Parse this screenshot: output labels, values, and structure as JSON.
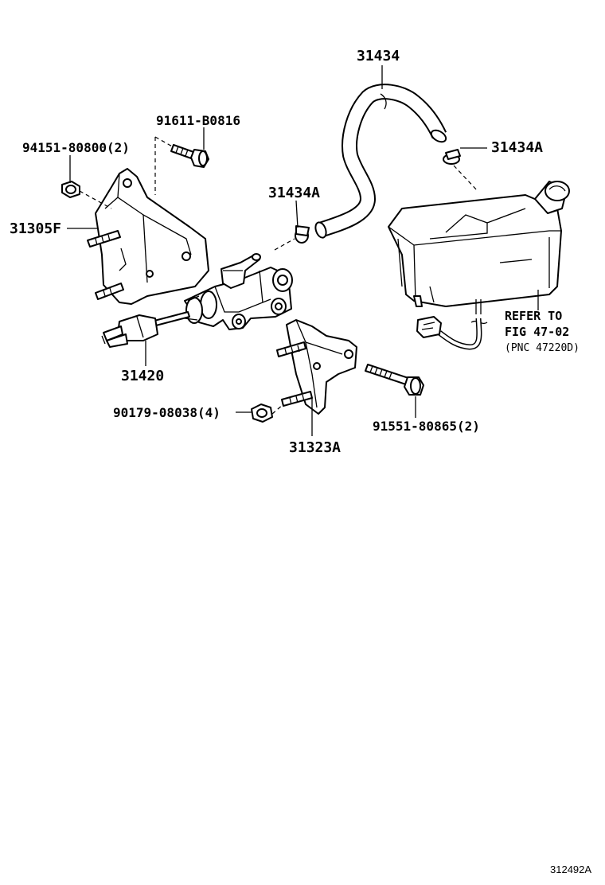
{
  "labels": {
    "p31434": "31434",
    "p31434a_right": "31434A",
    "p31434a_mid": "31434A",
    "p91611": "91611-B0816",
    "p94151": "94151-80800(2)",
    "p31305f": "31305F",
    "p31420": "31420",
    "p90179": "90179-08038(4)",
    "p31323a": "31323A",
    "p91551": "91551-80865(2)"
  },
  "reference": {
    "line1": "REFER TO",
    "line2": "FIG 47-02",
    "line3": "(PNC 47220D)"
  },
  "diagram_code": "312492A"
}
